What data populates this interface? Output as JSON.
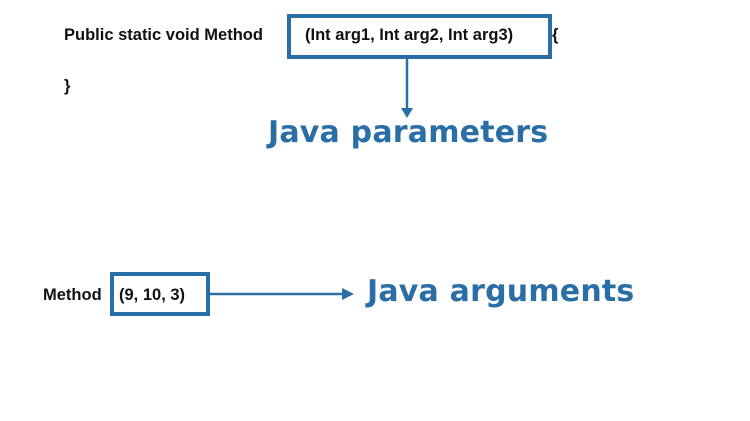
{
  "parameters_example": {
    "signature": "Public static void Method",
    "params": "(Int arg1, Int arg2, Int arg3)",
    "open_brace": "{",
    "close_brace": "}",
    "label": "Java parameters"
  },
  "arguments_example": {
    "call": "Method",
    "args": "(9, 10, 3)",
    "label": "Java arguments"
  },
  "colors": {
    "accent": "#2a6ea6",
    "text": "#111111",
    "background": "#ffffff"
  }
}
